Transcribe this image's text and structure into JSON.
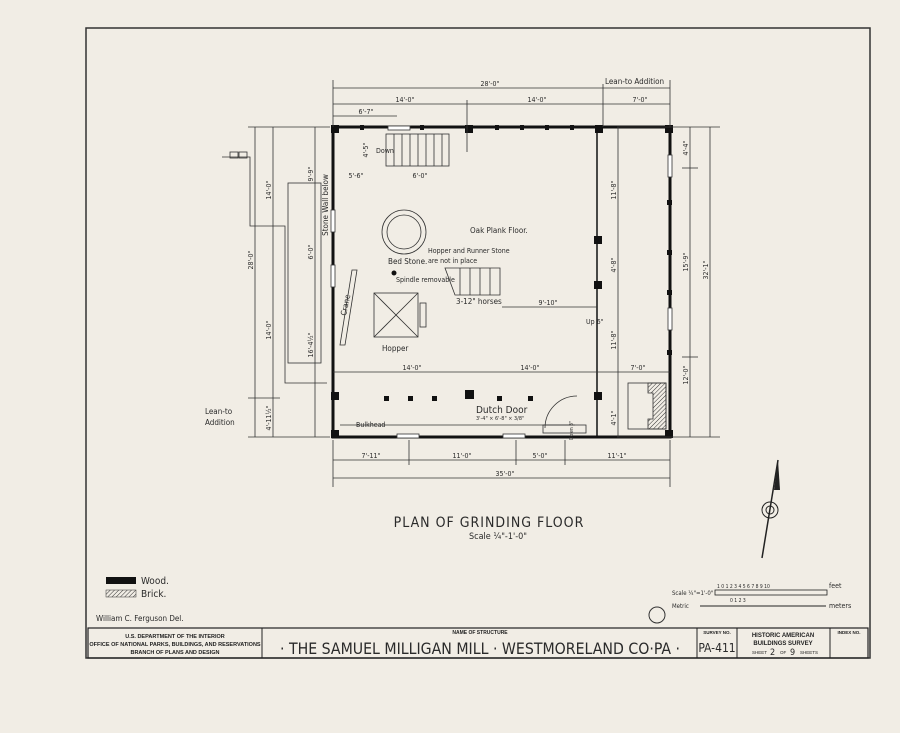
{
  "drawing": {
    "title": "PLAN OF GRINDING FLOOR",
    "scale": "Scale ¼\"-1'-0\"",
    "labels": {
      "lean_to_top": "Lean-to Addition",
      "lean_to_left": [
        "Lean-to",
        "Addition"
      ],
      "stone_wall": "Stone Wall below",
      "down": "Down",
      "oak_floor": "Oak Plank Floor.",
      "bed_stone": "Bed Stone.",
      "hopper_runner": [
        "Hopper and Runner Stone",
        "are not in place"
      ],
      "spindle": "Spindle removable",
      "horses": "3-12\" horses",
      "crane": "Crane",
      "hopper": "Hopper",
      "bulkhead": "Bulkhead",
      "dutch_door": "Dutch Door",
      "dutch_door_size": "3'-4\" × 6'-8\" × 3/8\"",
      "up": "Up 6\"",
      "down2": "Down 3\""
    },
    "dimensions": {
      "top_overall": "28'-0\"",
      "top_a": "14'-0\"",
      "top_b": "14'-0\"",
      "top_c": "7'-0\"",
      "top_stair": "6'-7\"",
      "stair_w": "6'-0\"",
      "stair_off": "5'-6\"",
      "stair_h": "4'-5\"",
      "mid_a": "14'-0\"",
      "mid_b": "14'-0\"",
      "mid_c": "7'-0\"",
      "bot_a": "7'-11\"",
      "bot_b": "11'-0\"",
      "bot_c": "5'-0\"",
      "bot_d": "11'-1\"",
      "bot_overall": "35'-0\"",
      "left_overall": "28'-0\"",
      "left_a": "14'-0\"",
      "left_b": "14'-0\"",
      "left_c": "4'-11½\"",
      "left_d": "9'-9\"",
      "left_e": "6'-0\"",
      "left_f": "16'-4½\"",
      "right_a": "4'-4\"",
      "right_b": "15'-9\"",
      "right_c": "12'-0\"",
      "right_overall": "32'-1\"",
      "inner_a": "11'-8\"",
      "inner_b": "4'-8\"",
      "inner_c": "11'-8\"",
      "inner_d": "4'-1\"",
      "span": "9'-10\""
    },
    "legend": [
      {
        "label": "Wood.",
        "swatch": "solid"
      },
      {
        "label": "Brick.",
        "swatch": "hatched"
      }
    ],
    "delineator": "William C. Ferguson Del.",
    "scale_bar": {
      "feet_label": "Scale ¼\"=1'-0\"",
      "feet_ticks": [
        "1",
        "0",
        "1",
        "2",
        "3",
        "4",
        "5",
        "6",
        "7",
        "8",
        "9",
        "10"
      ],
      "feet_unit": "feet",
      "metric_label": "Metric",
      "metric_ticks": [
        "0",
        "1",
        "2",
        "3"
      ],
      "metric_unit": "meters"
    }
  },
  "title_block": {
    "department": [
      "U.S. DEPARTMENT OF THE INTERIOR",
      "OFFICE OF NATIONAL PARKS, BUILDINGS, AND RESERVATIONS",
      "BRANCH OF PLANS AND DESIGN"
    ],
    "name_caption": "NAME OF STRUCTURE",
    "structure_name": "· THE SAMUEL MILLIGAN MILL · WESTMORELAND CO·PA ·",
    "survey_caption": "SURVEY NO.",
    "survey_no": "PA-411",
    "habs": [
      "HISTORIC AMERICAN",
      "BUILDINGS SURVEY"
    ],
    "sheet_prefix": "SHEET",
    "sheet": "2",
    "sheet_of": "OF",
    "sheets_total": "9",
    "sheets_suffix": "SHEETS",
    "index_caption": "INDEX NO."
  },
  "colors": {
    "paper": "#f1ede5",
    "ink": "#222222"
  }
}
